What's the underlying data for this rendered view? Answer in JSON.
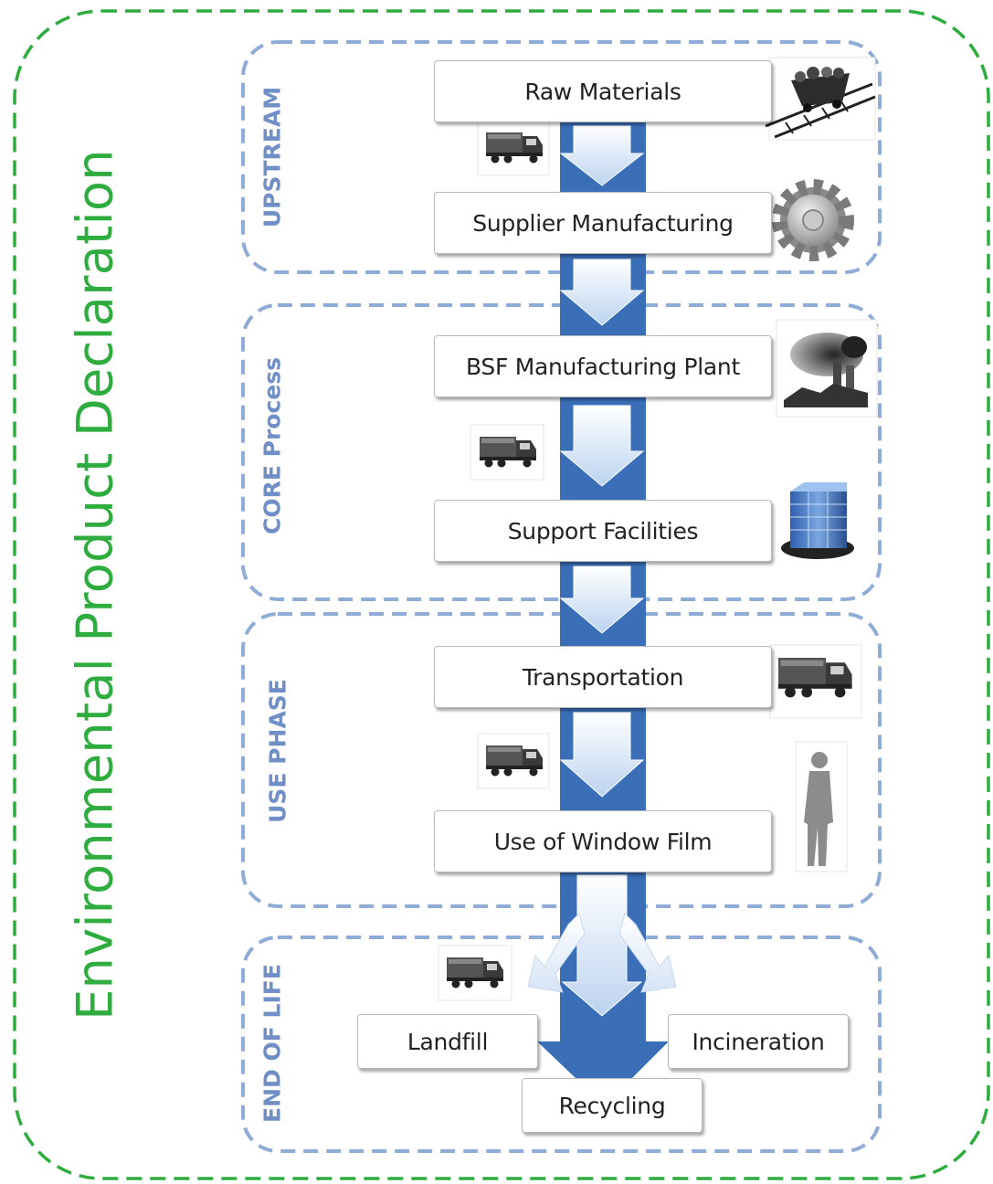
{
  "title": "Environmental Product Declaration",
  "phases": {
    "upstream": "UPSTREAM",
    "core": "CORE Process",
    "use": "USE PHASE",
    "end": "END OF LIFE"
  },
  "steps": {
    "raw_materials": "Raw Materials",
    "supplier_manufacturing": "Supplier Manufacturing",
    "bsf_plant": "BSF Manufacturing Plant",
    "support_facilities": "Support Facilities",
    "transportation": "Transportation",
    "use_of_window_film": "Use of Window Film",
    "landfill": "Landfill",
    "incineration": "Incineration",
    "recycling": "Recycling"
  },
  "colors": {
    "green": "#2eac3e",
    "phase_border": "#8facd6",
    "arrow_blue": "#3a6fb8"
  },
  "icons": [
    "mine-cart-icon",
    "gear-icon",
    "factory-smoke-icon",
    "office-building-icon",
    "truck-icon",
    "person-silhouette-icon"
  ]
}
